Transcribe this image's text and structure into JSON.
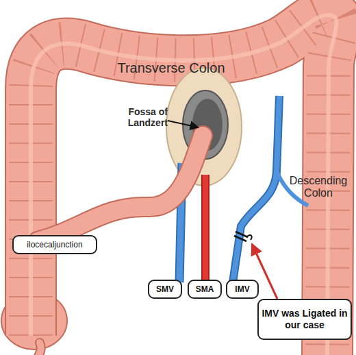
{
  "diagram": {
    "nodes": [
      {
        "text": [
          "ilocecaljunction"
        ]
      },
      {
        "text": [
          "SMV"
        ]
      },
      {
        "text": [
          "SMA"
        ]
      },
      {
        "text": [
          "IMV"
        ]
      },
      {
        "text": [
          "IMV was Ligated in our case"
        ]
      }
    ],
    "labels": [
      "Transverse Colon",
      "Fossa of Landzert",
      "Descending Colon"
    ]
  }
}
